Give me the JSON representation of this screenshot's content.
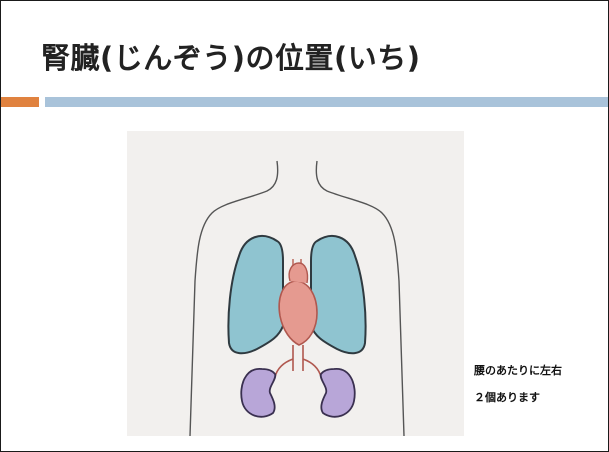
{
  "slide": {
    "title": "腎臓(じんぞう)の位置(いち)",
    "note_lines": [
      "腰のあたりに左右",
      "２個あります"
    ]
  },
  "colors": {
    "accent_orange": "#e0823f",
    "accent_blue": "#a9c3da",
    "lung_fill": "#8fc4d0",
    "heart_fill": "#e59a90",
    "kidney_fill": "#b8a6d8",
    "paper": "#f2f0ee"
  }
}
